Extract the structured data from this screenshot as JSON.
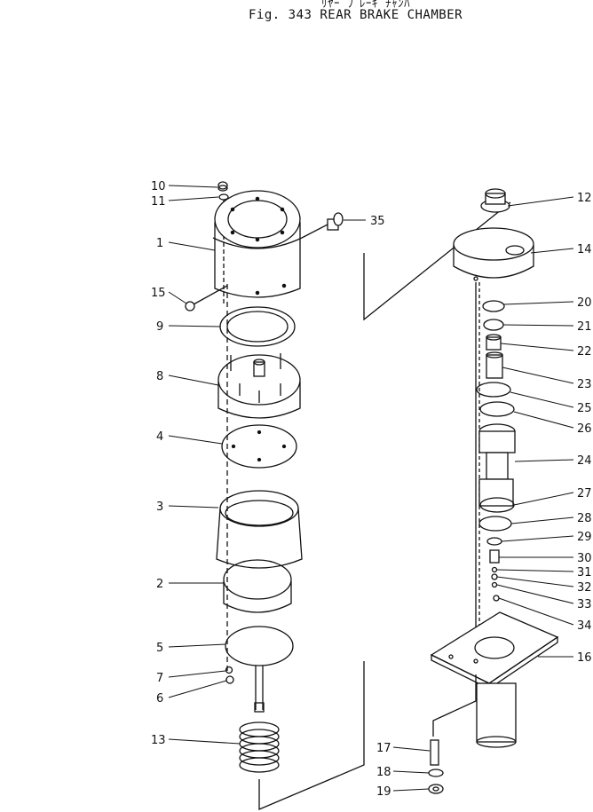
{
  "figure": {
    "title_jp": "ﾘﾔｰ ﾌﾞﾚｰｷ ﾁｬﾝﾊﾞ",
    "title_en": "Fig. 343   REAR BRAKE CHAMBER"
  },
  "callouts_left": [
    "10",
    "11",
    "1",
    "15",
    "9",
    "8",
    "4",
    "3",
    "2",
    "5",
    "7",
    "6",
    "13"
  ],
  "callouts_center": [
    "35"
  ],
  "callouts_right": [
    "12",
    "14",
    "20",
    "21",
    "22",
    "23",
    "25",
    "26",
    "24",
    "27",
    "28",
    "29",
    "30",
    "31",
    "32",
    "33",
    "34",
    "16"
  ],
  "callouts_bottom": [
    "17",
    "18",
    "19"
  ],
  "colors": {
    "ink": "#111111",
    "paper": "#ffffff"
  }
}
